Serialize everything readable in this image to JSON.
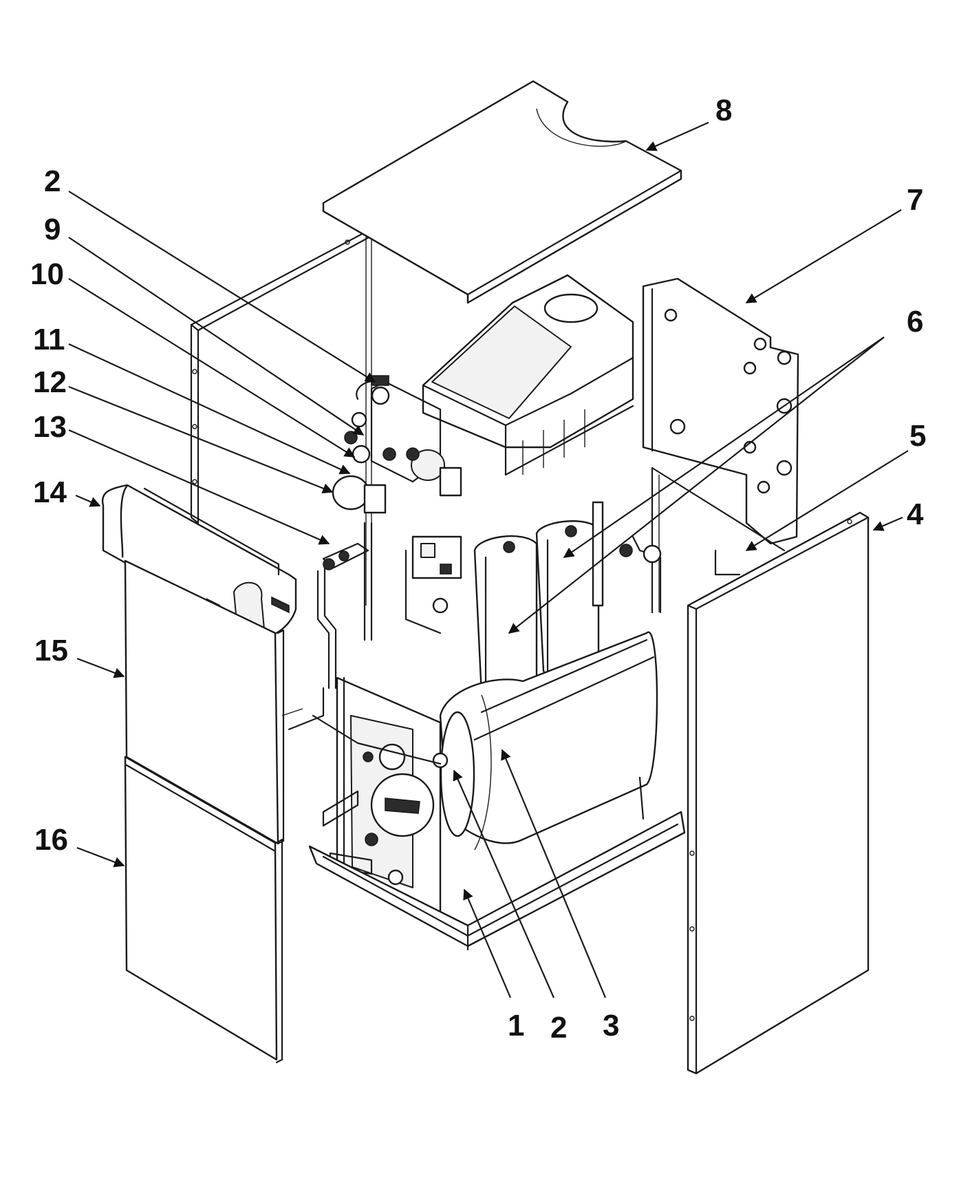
{
  "callouts": [
    {
      "id": "c8",
      "text": "8"
    },
    {
      "id": "c2a",
      "text": "2"
    },
    {
      "id": "c9",
      "text": "9"
    },
    {
      "id": "c10",
      "text": "10"
    },
    {
      "id": "c11",
      "text": "11"
    },
    {
      "id": "c12",
      "text": "12"
    },
    {
      "id": "c13",
      "text": "13"
    },
    {
      "id": "c14",
      "text": "14"
    },
    {
      "id": "c15",
      "text": "15"
    },
    {
      "id": "c16",
      "text": "16"
    },
    {
      "id": "c7",
      "text": "7"
    },
    {
      "id": "c6",
      "text": "6"
    },
    {
      "id": "c5",
      "text": "5"
    },
    {
      "id": "c4",
      "text": "4"
    },
    {
      "id": "c1",
      "text": "1"
    },
    {
      "id": "c2b",
      "text": "2"
    },
    {
      "id": "c3",
      "text": "3"
    }
  ]
}
